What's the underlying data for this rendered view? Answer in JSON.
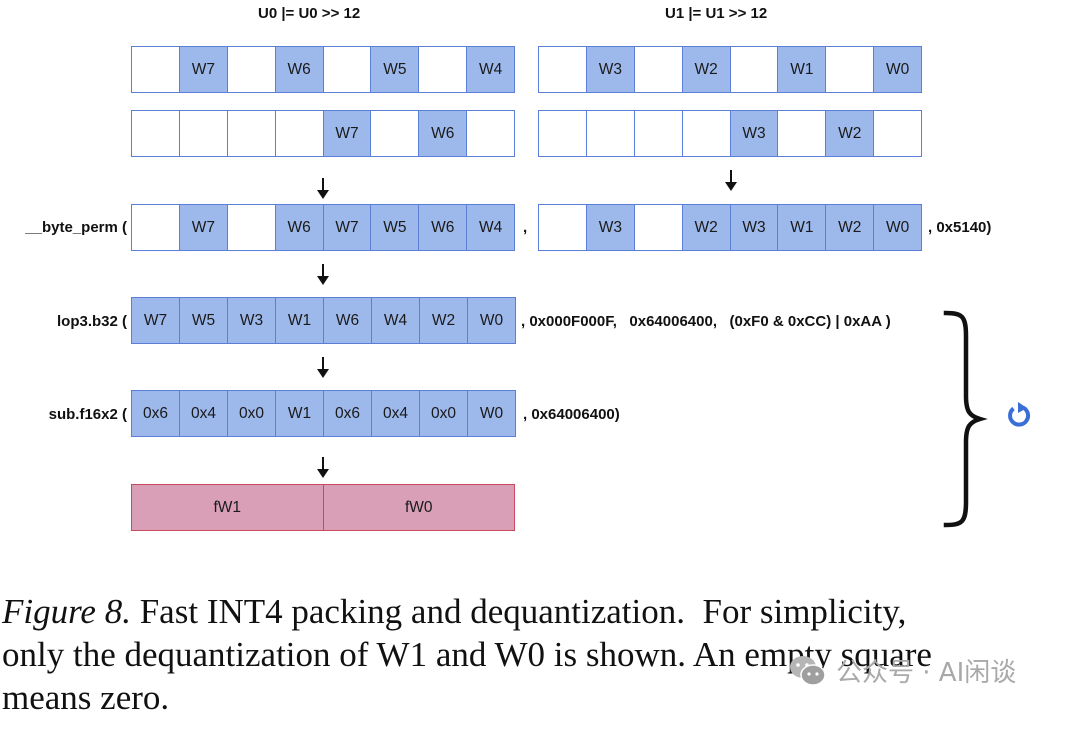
{
  "titles": {
    "left": "U0 |= U0 >> 12",
    "right": "U1 |= U1 >> 12"
  },
  "rows": {
    "u0_original": [
      "",
      "W7",
      "",
      "W6",
      "",
      "W5",
      "",
      "W4"
    ],
    "u1_original": [
      "",
      "W3",
      "",
      "W2",
      "",
      "W1",
      "",
      "W0"
    ],
    "u0_shifted": [
      "",
      "",
      "",
      "",
      "W7",
      "",
      "W6",
      ""
    ],
    "u1_shifted": [
      "",
      "",
      "",
      "",
      "W3",
      "",
      "W2",
      ""
    ],
    "byte_perm_a": [
      "",
      "W7",
      "",
      "W6",
      "W7",
      "W5",
      "W6",
      "W4"
    ],
    "byte_perm_b": [
      "",
      "W3",
      "",
      "W2",
      "W3",
      "W1",
      "W2",
      "W0"
    ],
    "lop3": [
      "W7",
      "W5",
      "W3",
      "W1",
      "W6",
      "W4",
      "W2",
      "W0"
    ],
    "sub": [
      "0x6",
      "0x4",
      "0x0",
      "W1",
      "0x6",
      "0x4",
      "0x0",
      "W0"
    ],
    "final": [
      "fW1",
      "fW0"
    ]
  },
  "labels": {
    "byte_perm": "__byte_perm (",
    "byte_perm_sep": ",",
    "byte_perm_suffix": ", 0x5140)",
    "lop3": "lop3.b32 (",
    "lop3_suffix": ", 0x000F000F,   0x64006400,   (0xF0 & 0xCC) | 0xAA )",
    "sub": "sub.f16x2 (",
    "sub_suffix": ", 0x64006400)"
  },
  "icons": {
    "loop": "refresh-icon",
    "brace": "right-curly-brace"
  },
  "caption": {
    "figure_label": "Figure 8.",
    "line1_rest": " Fast INT4 packing and dequantization.  For simplicity,",
    "line2": "only the dequantization of W1 and W0 is shown. An empty square",
    "line3": "means zero."
  },
  "watermark": {
    "text": "公众号 · AI闲谈"
  },
  "colors": {
    "filled_cell": "#9db8ea",
    "cell_border": "#5b7fd6",
    "final_fill": "#d99fb6",
    "final_border": "#c9495f",
    "loop_icon": "#3a6fd8"
  }
}
